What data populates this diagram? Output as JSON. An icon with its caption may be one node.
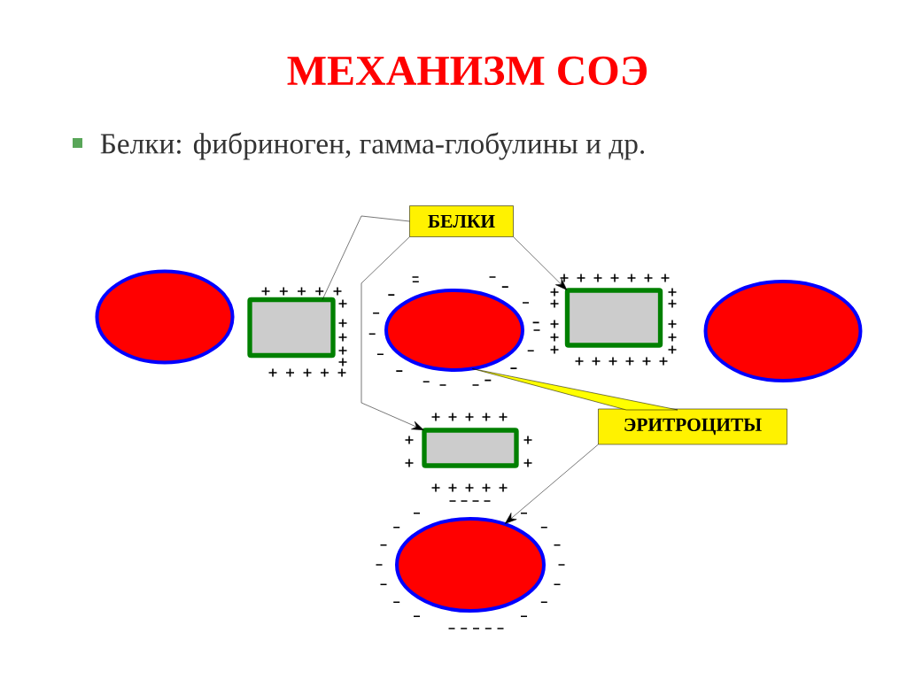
{
  "diagram": {
    "title": "МЕХАНИЗМ СОЭ",
    "nodes": [
      {
        "text": [
          "БЕЛКИ"
        ]
      },
      {
        "text": [],
        "shape": "ellipse"
      },
      {
        "text": [],
        "shape": "box"
      },
      {
        "text": [],
        "shape": "ellipse"
      },
      {
        "text": [],
        "shape": "box"
      },
      {
        "text": [],
        "shape": "ellipse"
      },
      {
        "text": [
          "ЭРИТРОЦИТЫ"
        ]
      },
      {
        "text": [],
        "shape": "box"
      },
      {
        "text": [],
        "shape": "ellipse"
      }
    ],
    "edges": [
      {
        "from": 0,
        "to": 2,
        "arrow": "none"
      },
      {
        "from": 0,
        "to": 7,
        "arrow": "to"
      },
      {
        "from": 0,
        "to": 4,
        "arrow": "to"
      },
      {
        "from": 6,
        "to": 3,
        "arrow": "none",
        "color": "#ffff00"
      },
      {
        "from": 6,
        "to": 8,
        "arrow": "to"
      }
    ],
    "labels": [
      "Белки: фибриноген, гамма-глобулины и др."
    ]
  }
}
